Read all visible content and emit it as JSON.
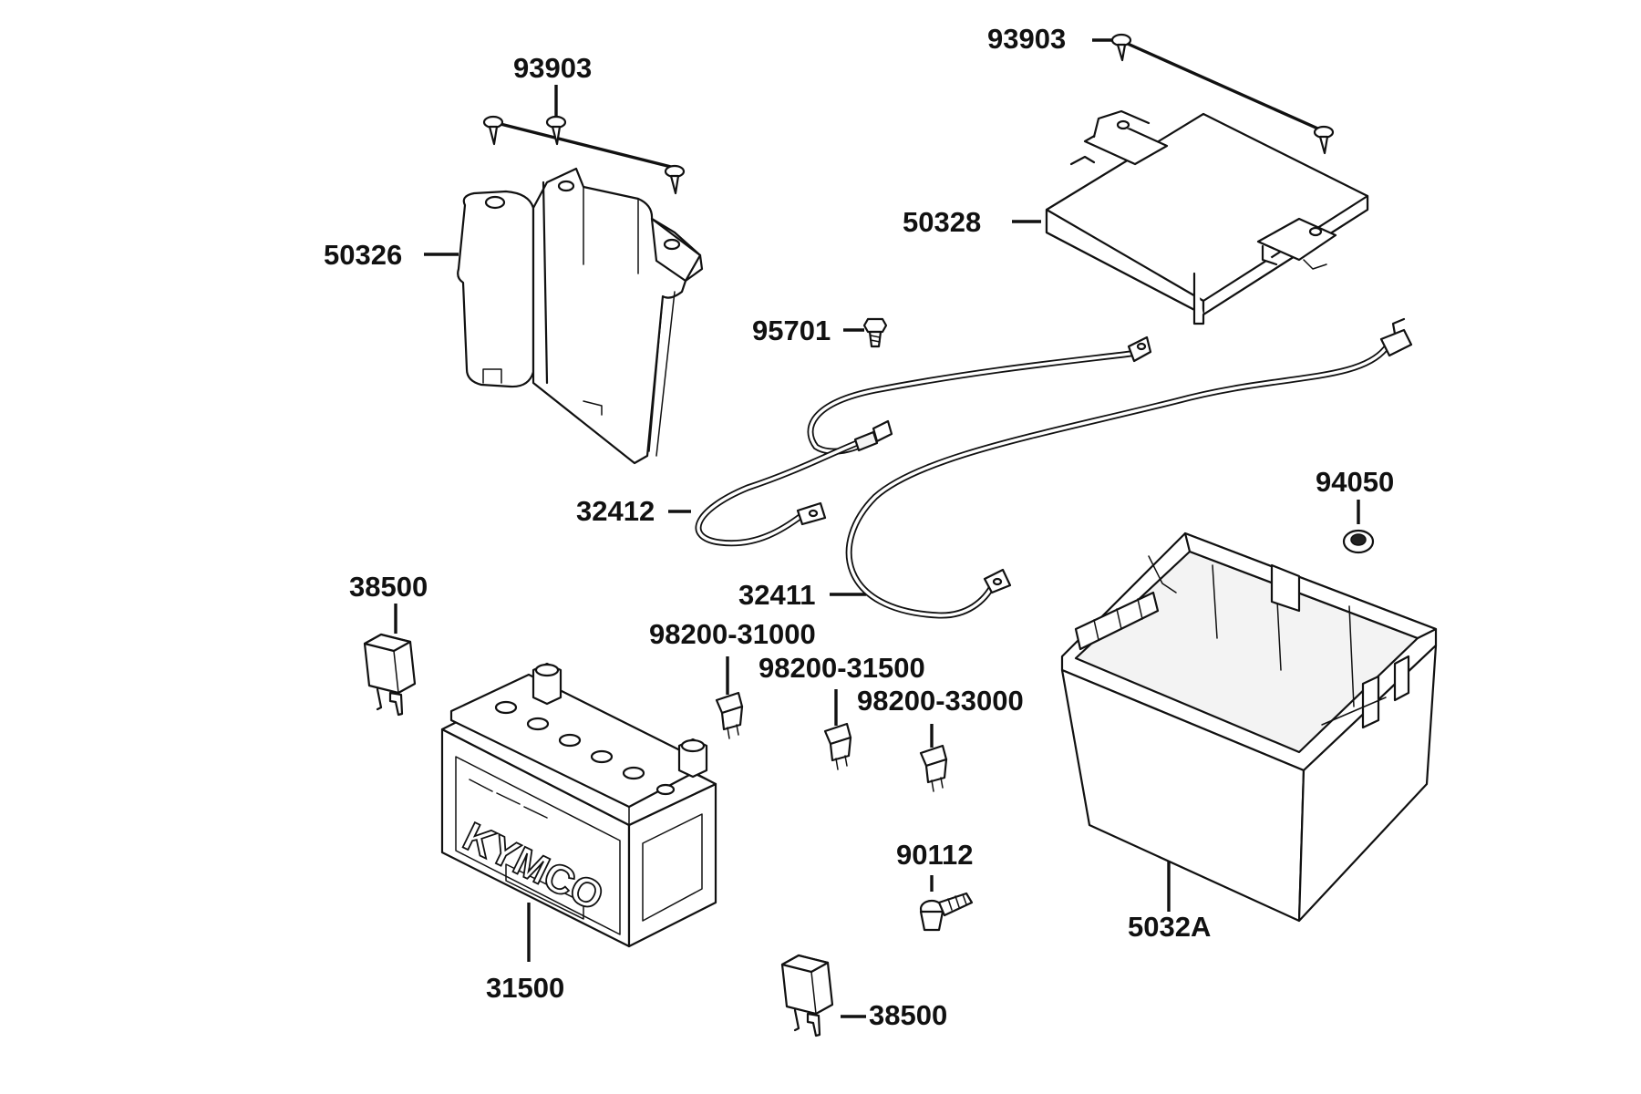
{
  "diagram": {
    "callouts": {
      "c93903_left": "93903",
      "c93903_right": "93903",
      "c50326": "50326",
      "c50328": "50328",
      "c95701": "95701",
      "c32412": "32412",
      "c32411": "32411",
      "c94050": "94050",
      "c38500_top": "38500",
      "c38500_bottom": "38500",
      "c98200_31000": "98200-31000",
      "c98200_31500": "98200-31500",
      "c98200_33000": "98200-33000",
      "c90112": "90112",
      "c31500": "31500",
      "c5032A": "5032A"
    },
    "battery_brand": "KYMCO"
  }
}
